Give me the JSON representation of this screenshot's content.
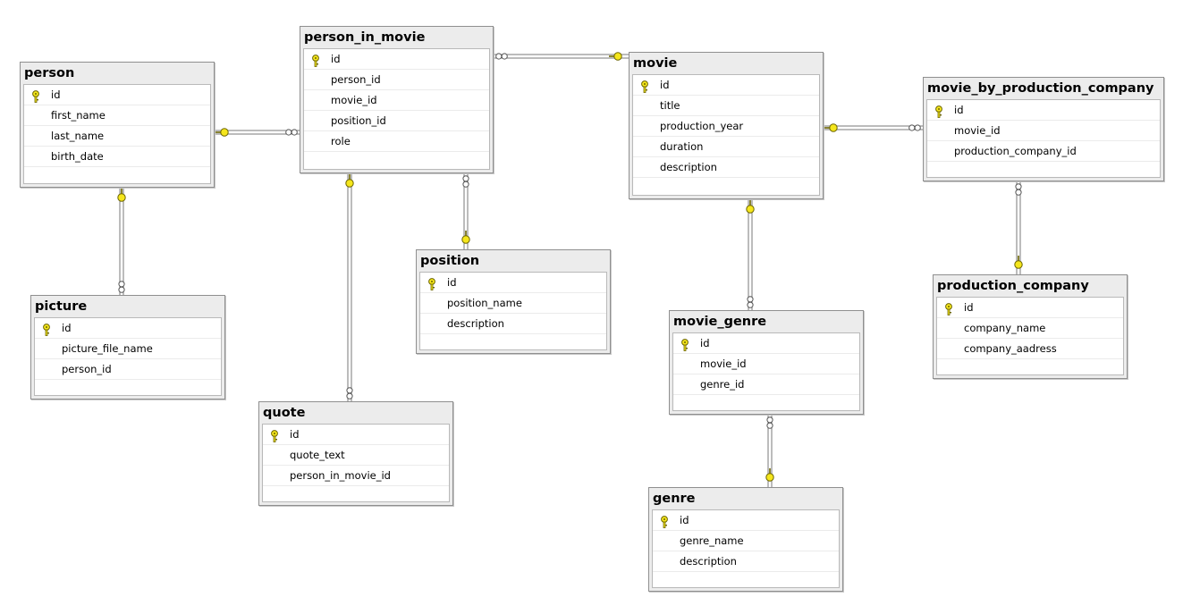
{
  "tables": [
    {
      "id": "person",
      "title": "person",
      "columns": [
        {
          "name": "id",
          "pk": true
        },
        {
          "name": "first_name"
        },
        {
          "name": "last_name"
        },
        {
          "name": "birth_date"
        }
      ]
    },
    {
      "id": "person_in_movie",
      "title": "person_in_movie",
      "columns": [
        {
          "name": "id",
          "pk": true
        },
        {
          "name": "person_id"
        },
        {
          "name": "movie_id"
        },
        {
          "name": "position_id"
        },
        {
          "name": "role"
        }
      ]
    },
    {
      "id": "movie",
      "title": "movie",
      "columns": [
        {
          "name": "id",
          "pk": true
        },
        {
          "name": "title"
        },
        {
          "name": "production_year"
        },
        {
          "name": "duration"
        },
        {
          "name": "description"
        }
      ]
    },
    {
      "id": "movie_by_production_company",
      "title": "movie_by_production_company",
      "columns": [
        {
          "name": "id",
          "pk": true
        },
        {
          "name": "movie_id"
        },
        {
          "name": "production_company_id"
        }
      ]
    },
    {
      "id": "picture",
      "title": "picture",
      "columns": [
        {
          "name": "id",
          "pk": true
        },
        {
          "name": "picture_file_name"
        },
        {
          "name": "person_id"
        }
      ]
    },
    {
      "id": "position",
      "title": "position",
      "columns": [
        {
          "name": "id",
          "pk": true
        },
        {
          "name": "position_name"
        },
        {
          "name": "description"
        }
      ]
    },
    {
      "id": "movie_genre",
      "title": "movie_genre",
      "columns": [
        {
          "name": "id",
          "pk": true
        },
        {
          "name": "movie_id"
        },
        {
          "name": "genre_id"
        }
      ]
    },
    {
      "id": "production_company",
      "title": "production_company",
      "columns": [
        {
          "name": "id",
          "pk": true
        },
        {
          "name": "company_name"
        },
        {
          "name": "company_aadress"
        }
      ]
    },
    {
      "id": "quote",
      "title": "quote",
      "columns": [
        {
          "name": "id",
          "pk": true
        },
        {
          "name": "quote_text"
        },
        {
          "name": "person_in_movie_id"
        }
      ]
    },
    {
      "id": "genre",
      "title": "genre",
      "columns": [
        {
          "name": "id",
          "pk": true
        },
        {
          "name": "genre_name"
        },
        {
          "name": "description"
        }
      ]
    }
  ],
  "relationships": [
    {
      "id": "person-person_in_movie",
      "one": "person",
      "many": "person_in_movie"
    },
    {
      "id": "person_in_movie-movie",
      "one": "movie",
      "many": "person_in_movie"
    },
    {
      "id": "movie-movie_by_production_company",
      "one": "movie",
      "many": "movie_by_production_company"
    },
    {
      "id": "person-picture",
      "one": "person",
      "many": "picture"
    },
    {
      "id": "person_in_movie-quote",
      "one": "person_in_movie",
      "many": "quote"
    },
    {
      "id": "position-person_in_movie",
      "one": "position",
      "many": "person_in_movie"
    },
    {
      "id": "movie-movie_genre",
      "one": "movie",
      "many": "movie_genre"
    },
    {
      "id": "production_company-movie_by_production_company",
      "one": "production_company",
      "many": "movie_by_production_company"
    },
    {
      "id": "genre-movie_genre",
      "one": "genre",
      "many": "movie_genre"
    }
  ],
  "colors": {
    "key_fill": "#f5e61c",
    "key_stroke": "#6b6400",
    "wire": "#7a7a7a",
    "header_bg": "#ececec"
  }
}
